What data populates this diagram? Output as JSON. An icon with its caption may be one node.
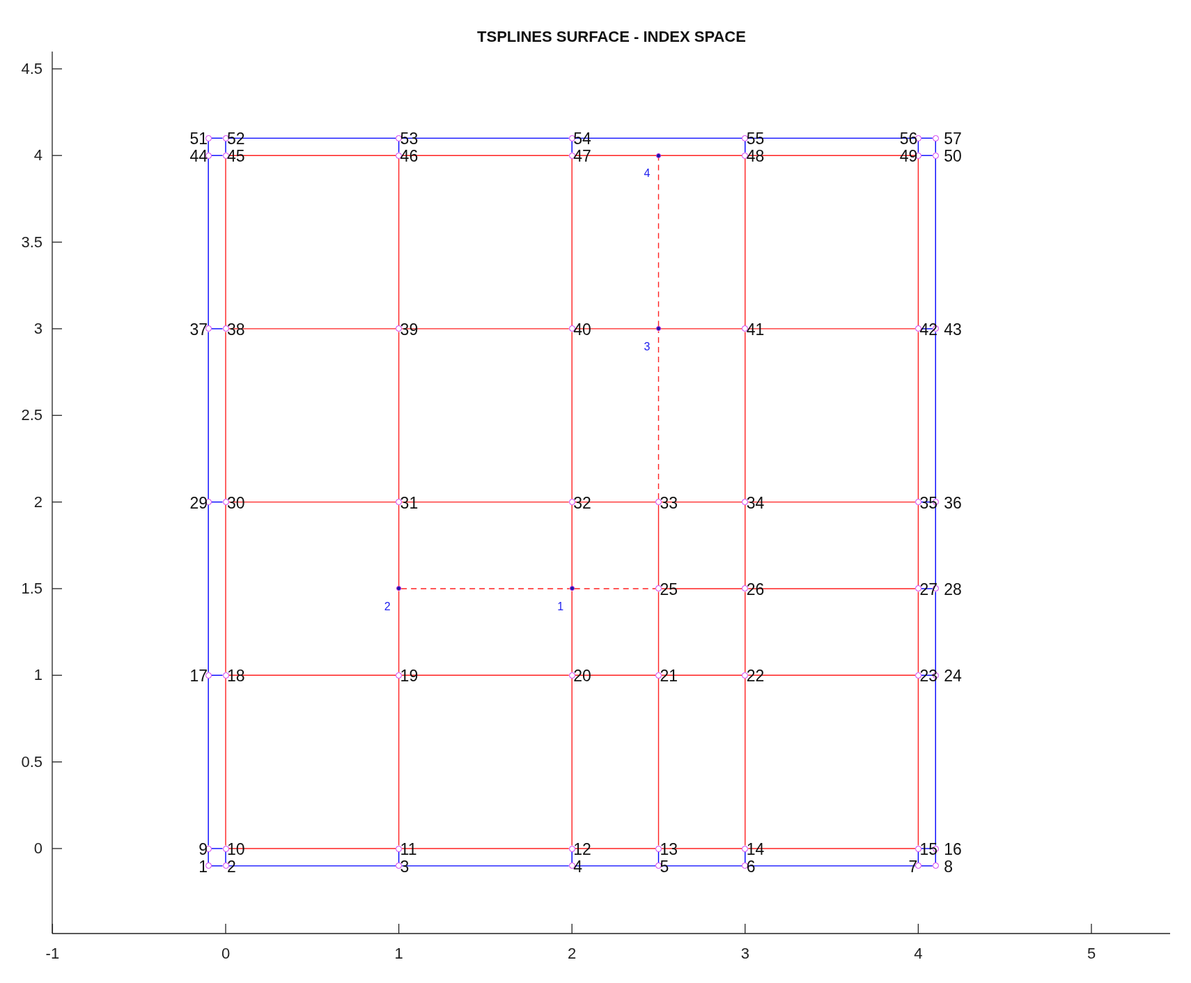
{
  "diagram": {
    "title": "TSPLINES SURFACE - INDEX SPACE",
    "nodes": [
      {
        "text": [],
        "shape": "circle",
        "beside": [
          "1"
        ]
      },
      {
        "text": [],
        "shape": "circle",
        "beside": [
          "2"
        ]
      },
      {
        "text": [],
        "shape": "circle",
        "beside": [
          "3"
        ]
      },
      {
        "text": [],
        "shape": "circle",
        "beside": [
          "4"
        ]
      },
      {
        "text": [],
        "shape": "circle",
        "beside": [
          "5"
        ]
      },
      {
        "text": [],
        "shape": "circle",
        "beside": [
          "6"
        ]
      },
      {
        "text": [],
        "shape": "circle",
        "beside": [
          "7"
        ]
      },
      {
        "text": [],
        "shape": "circle",
        "beside": [
          "8"
        ]
      },
      {
        "text": [],
        "shape": "circle",
        "beside": [
          "9"
        ]
      },
      {
        "text": [],
        "shape": "circle",
        "beside": [
          "10"
        ]
      },
      {
        "text": [],
        "shape": "circle",
        "beside": [
          "11"
        ]
      },
      {
        "text": [],
        "shape": "circle",
        "beside": [
          "12"
        ]
      },
      {
        "text": [],
        "shape": "circle",
        "beside": [
          "13"
        ]
      },
      {
        "text": [],
        "shape": "circle",
        "beside": [
          "14"
        ]
      },
      {
        "text": [],
        "shape": "circle",
        "beside": [
          "15"
        ]
      },
      {
        "text": [],
        "shape": "circle",
        "beside": [
          "16"
        ]
      },
      {
        "text": [],
        "shape": "circle",
        "beside": [
          "17"
        ]
      },
      {
        "text": [],
        "shape": "circle",
        "beside": [
          "18"
        ]
      },
      {
        "text": [],
        "shape": "circle",
        "beside": [
          "19"
        ]
      },
      {
        "text": [],
        "shape": "circle",
        "beside": [
          "20"
        ]
      },
      {
        "text": [],
        "shape": "circle",
        "beside": [
          "21"
        ]
      },
      {
        "text": [],
        "shape": "circle",
        "beside": [
          "22"
        ]
      },
      {
        "text": [],
        "shape": "circle",
        "beside": [
          "23"
        ]
      },
      {
        "text": [],
        "shape": "circle",
        "beside": [
          "24"
        ]
      },
      {
        "text": [],
        "shape": "circle",
        "beside": [
          "25"
        ]
      },
      {
        "text": [],
        "shape": "circle",
        "beside": [
          "26"
        ]
      },
      {
        "text": [],
        "shape": "circle",
        "beside": [
          "27"
        ]
      },
      {
        "text": [],
        "shape": "circle",
        "beside": [
          "28"
        ]
      },
      {
        "text": [],
        "shape": "circle",
        "beside": [
          "29"
        ]
      },
      {
        "text": [],
        "shape": "circle",
        "beside": [
          "30"
        ]
      },
      {
        "text": [],
        "shape": "circle",
        "beside": [
          "31"
        ]
      },
      {
        "text": [],
        "shape": "circle",
        "beside": [
          "32"
        ]
      },
      {
        "text": [],
        "shape": "circle",
        "beside": [
          "33"
        ]
      },
      {
        "text": [],
        "shape": "circle",
        "beside": [
          "34"
        ]
      },
      {
        "text": [],
        "shape": "circle",
        "beside": [
          "35"
        ]
      },
      {
        "text": [],
        "shape": "circle",
        "beside": [
          "36"
        ]
      },
      {
        "text": [],
        "shape": "circle",
        "beside": [
          "37"
        ]
      },
      {
        "text": [],
        "shape": "circle",
        "beside": [
          "38"
        ]
      },
      {
        "text": [],
        "shape": "circle",
        "beside": [
          "39"
        ]
      },
      {
        "text": [],
        "shape": "circle",
        "beside": [
          "40"
        ]
      },
      {
        "text": [],
        "shape": "circle",
        "beside": [
          "41"
        ]
      },
      {
        "text": [],
        "shape": "circle",
        "beside": [
          "42"
        ]
      },
      {
        "text": [],
        "shape": "circle",
        "beside": [
          "43"
        ]
      },
      {
        "text": [],
        "shape": "circle",
        "beside": [
          "44"
        ]
      },
      {
        "text": [],
        "shape": "circle",
        "beside": [
          "45"
        ]
      },
      {
        "text": [],
        "shape": "circle",
        "beside": [
          "46"
        ]
      },
      {
        "text": [],
        "shape": "circle",
        "beside": [
          "47"
        ]
      },
      {
        "text": [],
        "shape": "circle",
        "beside": [
          "48"
        ]
      },
      {
        "text": [],
        "shape": "circle",
        "beside": [
          "49"
        ]
      },
      {
        "text": [],
        "shape": "circle",
        "beside": [
          "50"
        ]
      },
      {
        "text": [],
        "shape": "circle",
        "beside": [
          "51"
        ]
      },
      {
        "text": [],
        "shape": "circle",
        "beside": [
          "52"
        ]
      },
      {
        "text": [],
        "shape": "circle",
        "beside": [
          "53"
        ]
      },
      {
        "text": [],
        "shape": "circle",
        "beside": [
          "54"
        ]
      },
      {
        "text": [],
        "shape": "circle",
        "beside": [
          "55"
        ]
      },
      {
        "text": [],
        "shape": "circle",
        "beside": [
          "56"
        ]
      },
      {
        "text": [],
        "shape": "circle",
        "beside": [
          "57"
        ]
      },
      {
        "text": [],
        "shape": "dot",
        "beside": [
          "1"
        ]
      },
      {
        "text": [],
        "shape": "dot",
        "beside": [
          "2"
        ]
      },
      {
        "text": [],
        "shape": "dot",
        "beside": [
          "3"
        ]
      },
      {
        "text": [],
        "shape": "dot",
        "beside": [
          "4"
        ]
      }
    ],
    "edges": [
      {
        "from": 0,
        "to": 1,
        "arrow": "none",
        "color": "#0000ff"
      },
      {
        "from": 1,
        "to": 2,
        "arrow": "none",
        "color": "#0000ff"
      },
      {
        "from": 2,
        "to": 3,
        "arrow": "none",
        "color": "#0000ff"
      },
      {
        "from": 3,
        "to": 4,
        "arrow": "none",
        "color": "#0000ff"
      },
      {
        "from": 4,
        "to": 5,
        "arrow": "none",
        "color": "#0000ff"
      },
      {
        "from": 5,
        "to": 6,
        "arrow": "none",
        "color": "#0000ff"
      },
      {
        "from": 6,
        "to": 7,
        "arrow": "none",
        "color": "#0000ff"
      },
      {
        "from": 50,
        "to": 51,
        "arrow": "none",
        "color": "#0000ff"
      },
      {
        "from": 51,
        "to": 52,
        "arrow": "none",
        "color": "#0000ff"
      },
      {
        "from": 52,
        "to": 53,
        "arrow": "none",
        "color": "#0000ff"
      },
      {
        "from": 53,
        "to": 54,
        "arrow": "none",
        "color": "#0000ff"
      },
      {
        "from": 54,
        "to": 55,
        "arrow": "none",
        "color": "#0000ff"
      },
      {
        "from": 55,
        "to": 56,
        "arrow": "none",
        "color": "#0000ff"
      },
      {
        "from": 0,
        "to": 8,
        "arrow": "none",
        "color": "#0000ff"
      },
      {
        "from": 8,
        "to": 16,
        "arrow": "none",
        "color": "#0000ff"
      },
      {
        "from": 16,
        "to": 28,
        "arrow": "none",
        "color": "#0000ff"
      },
      {
        "from": 28,
        "to": 36,
        "arrow": "none",
        "color": "#0000ff"
      },
      {
        "from": 36,
        "to": 43,
        "arrow": "none",
        "color": "#0000ff"
      },
      {
        "from": 43,
        "to": 50,
        "arrow": "none",
        "color": "#0000ff"
      },
      {
        "from": 7,
        "to": 15,
        "arrow": "none",
        "color": "#0000ff"
      },
      {
        "from": 15,
        "to": 23,
        "arrow": "none",
        "color": "#0000ff"
      },
      {
        "from": 23,
        "to": 27,
        "arrow": "none",
        "color": "#0000ff"
      },
      {
        "from": 27,
        "to": 35,
        "arrow": "none",
        "color": "#0000ff"
      },
      {
        "from": 35,
        "to": 42,
        "arrow": "none",
        "color": "#0000ff"
      },
      {
        "from": 42,
        "to": 49,
        "arrow": "none",
        "color": "#0000ff"
      },
      {
        "from": 49,
        "to": 56,
        "arrow": "none",
        "color": "#0000ff"
      },
      {
        "from": 1,
        "to": 9,
        "arrow": "none",
        "color": "#0000ff"
      },
      {
        "from": 2,
        "to": 10,
        "arrow": "none",
        "color": "#0000ff"
      },
      {
        "from": 3,
        "to": 11,
        "arrow": "none",
        "color": "#0000ff"
      },
      {
        "from": 4,
        "to": 12,
        "arrow": "none",
        "color": "#0000ff"
      },
      {
        "from": 5,
        "to": 13,
        "arrow": "none",
        "color": "#0000ff"
      },
      {
        "from": 6,
        "to": 14,
        "arrow": "none",
        "color": "#0000ff"
      },
      {
        "from": 44,
        "to": 51,
        "arrow": "none",
        "color": "#0000ff"
      },
      {
        "from": 45,
        "to": 52,
        "arrow": "none",
        "color": "#0000ff"
      },
      {
        "from": 46,
        "to": 53,
        "arrow": "none",
        "color": "#0000ff"
      },
      {
        "from": 47,
        "to": 54,
        "arrow": "none",
        "color": "#0000ff"
      },
      {
        "from": 48,
        "to": 55,
        "arrow": "none",
        "color": "#0000ff"
      },
      {
        "from": 8,
        "to": 9,
        "arrow": "none",
        "color": "#0000ff"
      },
      {
        "from": 16,
        "to": 17,
        "arrow": "none",
        "color": "#0000ff"
      },
      {
        "from": 28,
        "to": 29,
        "arrow": "none",
        "color": "#0000ff"
      },
      {
        "from": 36,
        "to": 37,
        "arrow": "none",
        "color": "#0000ff"
      },
      {
        "from": 43,
        "to": 44,
        "arrow": "none",
        "color": "#0000ff"
      },
      {
        "from": 14,
        "to": 15,
        "arrow": "none",
        "color": "#0000ff"
      },
      {
        "from": 22,
        "to": 23,
        "arrow": "none",
        "color": "#0000ff"
      },
      {
        "from": 26,
        "to": 27,
        "arrow": "none",
        "color": "#0000ff"
      },
      {
        "from": 34,
        "to": 35,
        "arrow": "none",
        "color": "#0000ff"
      },
      {
        "from": 41,
        "to": 42,
        "arrow": "none",
        "color": "#0000ff"
      },
      {
        "from": 48,
        "to": 49,
        "arrow": "none",
        "color": "#0000ff"
      },
      {
        "from": 9,
        "to": 10,
        "arrow": "none"
      },
      {
        "from": 10,
        "to": 11,
        "arrow": "none"
      },
      {
        "from": 11,
        "to": 12,
        "arrow": "none"
      },
      {
        "from": 12,
        "to": 13,
        "arrow": "none"
      },
      {
        "from": 13,
        "to": 14,
        "arrow": "none"
      },
      {
        "from": 17,
        "to": 18,
        "arrow": "none"
      },
      {
        "from": 18,
        "to": 19,
        "arrow": "none"
      },
      {
        "from": 19,
        "to": 20,
        "arrow": "none"
      },
      {
        "from": 20,
        "to": 21,
        "arrow": "none"
      },
      {
        "from": 21,
        "to": 22,
        "arrow": "none"
      },
      {
        "from": 24,
        "to": 25,
        "arrow": "none"
      },
      {
        "from": 25,
        "to": 26,
        "arrow": "none"
      },
      {
        "from": 58,
        "to": 57,
        "arrow": "none",
        "style": "dashed"
      },
      {
        "from": 57,
        "to": 24,
        "arrow": "none",
        "style": "dashed"
      },
      {
        "from": 29,
        "to": 30,
        "arrow": "none"
      },
      {
        "from": 30,
        "to": 31,
        "arrow": "none"
      },
      {
        "from": 31,
        "to": 32,
        "arrow": "none"
      },
      {
        "from": 32,
        "to": 33,
        "arrow": "none"
      },
      {
        "from": 33,
        "to": 34,
        "arrow": "none"
      },
      {
        "from": 37,
        "to": 38,
        "arrow": "none"
      },
      {
        "from": 38,
        "to": 39,
        "arrow": "none"
      },
      {
        "from": 39,
        "to": 59,
        "arrow": "none"
      },
      {
        "from": 59,
        "to": 40,
        "arrow": "none"
      },
      {
        "from": 40,
        "to": 41,
        "arrow": "none"
      },
      {
        "from": 44,
        "to": 45,
        "arrow": "none"
      },
      {
        "from": 45,
        "to": 46,
        "arrow": "none"
      },
      {
        "from": 46,
        "to": 60,
        "arrow": "none"
      },
      {
        "from": 60,
        "to": 47,
        "arrow": "none"
      },
      {
        "from": 47,
        "to": 48,
        "arrow": "none"
      },
      {
        "from": 9,
        "to": 17,
        "arrow": "none"
      },
      {
        "from": 17,
        "to": 29,
        "arrow": "none"
      },
      {
        "from": 29,
        "to": 37,
        "arrow": "none"
      },
      {
        "from": 37,
        "to": 44,
        "arrow": "none"
      },
      {
        "from": 10,
        "to": 18,
        "arrow": "none"
      },
      {
        "from": 18,
        "to": 58,
        "arrow": "none"
      },
      {
        "from": 58,
        "to": 30,
        "arrow": "none"
      },
      {
        "from": 30,
        "to": 38,
        "arrow": "none"
      },
      {
        "from": 38,
        "to": 45,
        "arrow": "none"
      },
      {
        "from": 11,
        "to": 19,
        "arrow": "none"
      },
      {
        "from": 19,
        "to": 57,
        "arrow": "none"
      },
      {
        "from": 57,
        "to": 31,
        "arrow": "none"
      },
      {
        "from": 31,
        "to": 39,
        "arrow": "none"
      },
      {
        "from": 39,
        "to": 46,
        "arrow": "none"
      },
      {
        "from": 12,
        "to": 20,
        "arrow": "none"
      },
      {
        "from": 20,
        "to": 24,
        "arrow": "none"
      },
      {
        "from": 24,
        "to": 32,
        "arrow": "none"
      },
      {
        "from": 32,
        "to": 59,
        "arrow": "none",
        "style": "dashed"
      },
      {
        "from": 59,
        "to": 60,
        "arrow": "none",
        "style": "dashed"
      },
      {
        "from": 13,
        "to": 21,
        "arrow": "none"
      },
      {
        "from": 21,
        "to": 25,
        "arrow": "none"
      },
      {
        "from": 25,
        "to": 33,
        "arrow": "none"
      },
      {
        "from": 33,
        "to": 40,
        "arrow": "none"
      },
      {
        "from": 40,
        "to": 47,
        "arrow": "none"
      },
      {
        "from": 14,
        "to": 22,
        "arrow": "none"
      },
      {
        "from": 22,
        "to": 26,
        "arrow": "none"
      },
      {
        "from": 26,
        "to": 34,
        "arrow": "none"
      },
      {
        "from": 34,
        "to": 41,
        "arrow": "none"
      },
      {
        "from": 41,
        "to": 48,
        "arrow": "none"
      }
    ],
    "labels": [
      "4.5",
      "4",
      "3.5",
      "3",
      "2.5",
      "2",
      "1.5",
      "1",
      "0.5",
      "0",
      "-1",
      "0",
      "1",
      "2",
      "3",
      "4",
      "5"
    ]
  }
}
